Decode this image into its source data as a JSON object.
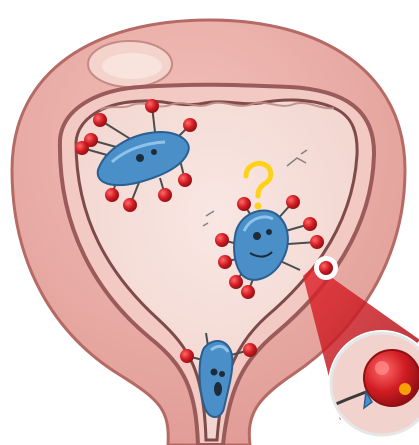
{
  "illustration": {
    "subject": "bladder-cross-section",
    "elements": [
      "bladder-wall",
      "bladder-lumen",
      "bacteria-cluster",
      "bacteria",
      "question-mark-icon",
      "magnifier-inset"
    ],
    "colors": {
      "outer_wall": "#e9a7a1",
      "outer_stroke": "#b66a66",
      "inner_band": "#f3c9c3",
      "inner_band_stroke": "#9a5b5a",
      "lumen": "#f6ded9",
      "bacteria_body": "#4b8fc8",
      "bacteria_dark": "#2a5f91",
      "bacteria_highlight": "#9fd0f2",
      "pili_ball": "#d11d23",
      "pili_ball_highlight": "#ff6a6a",
      "question_mark": "#ffd21a",
      "magnifier_beam": "#c5161c",
      "magnifier_ring": "#ffffff"
    }
  }
}
